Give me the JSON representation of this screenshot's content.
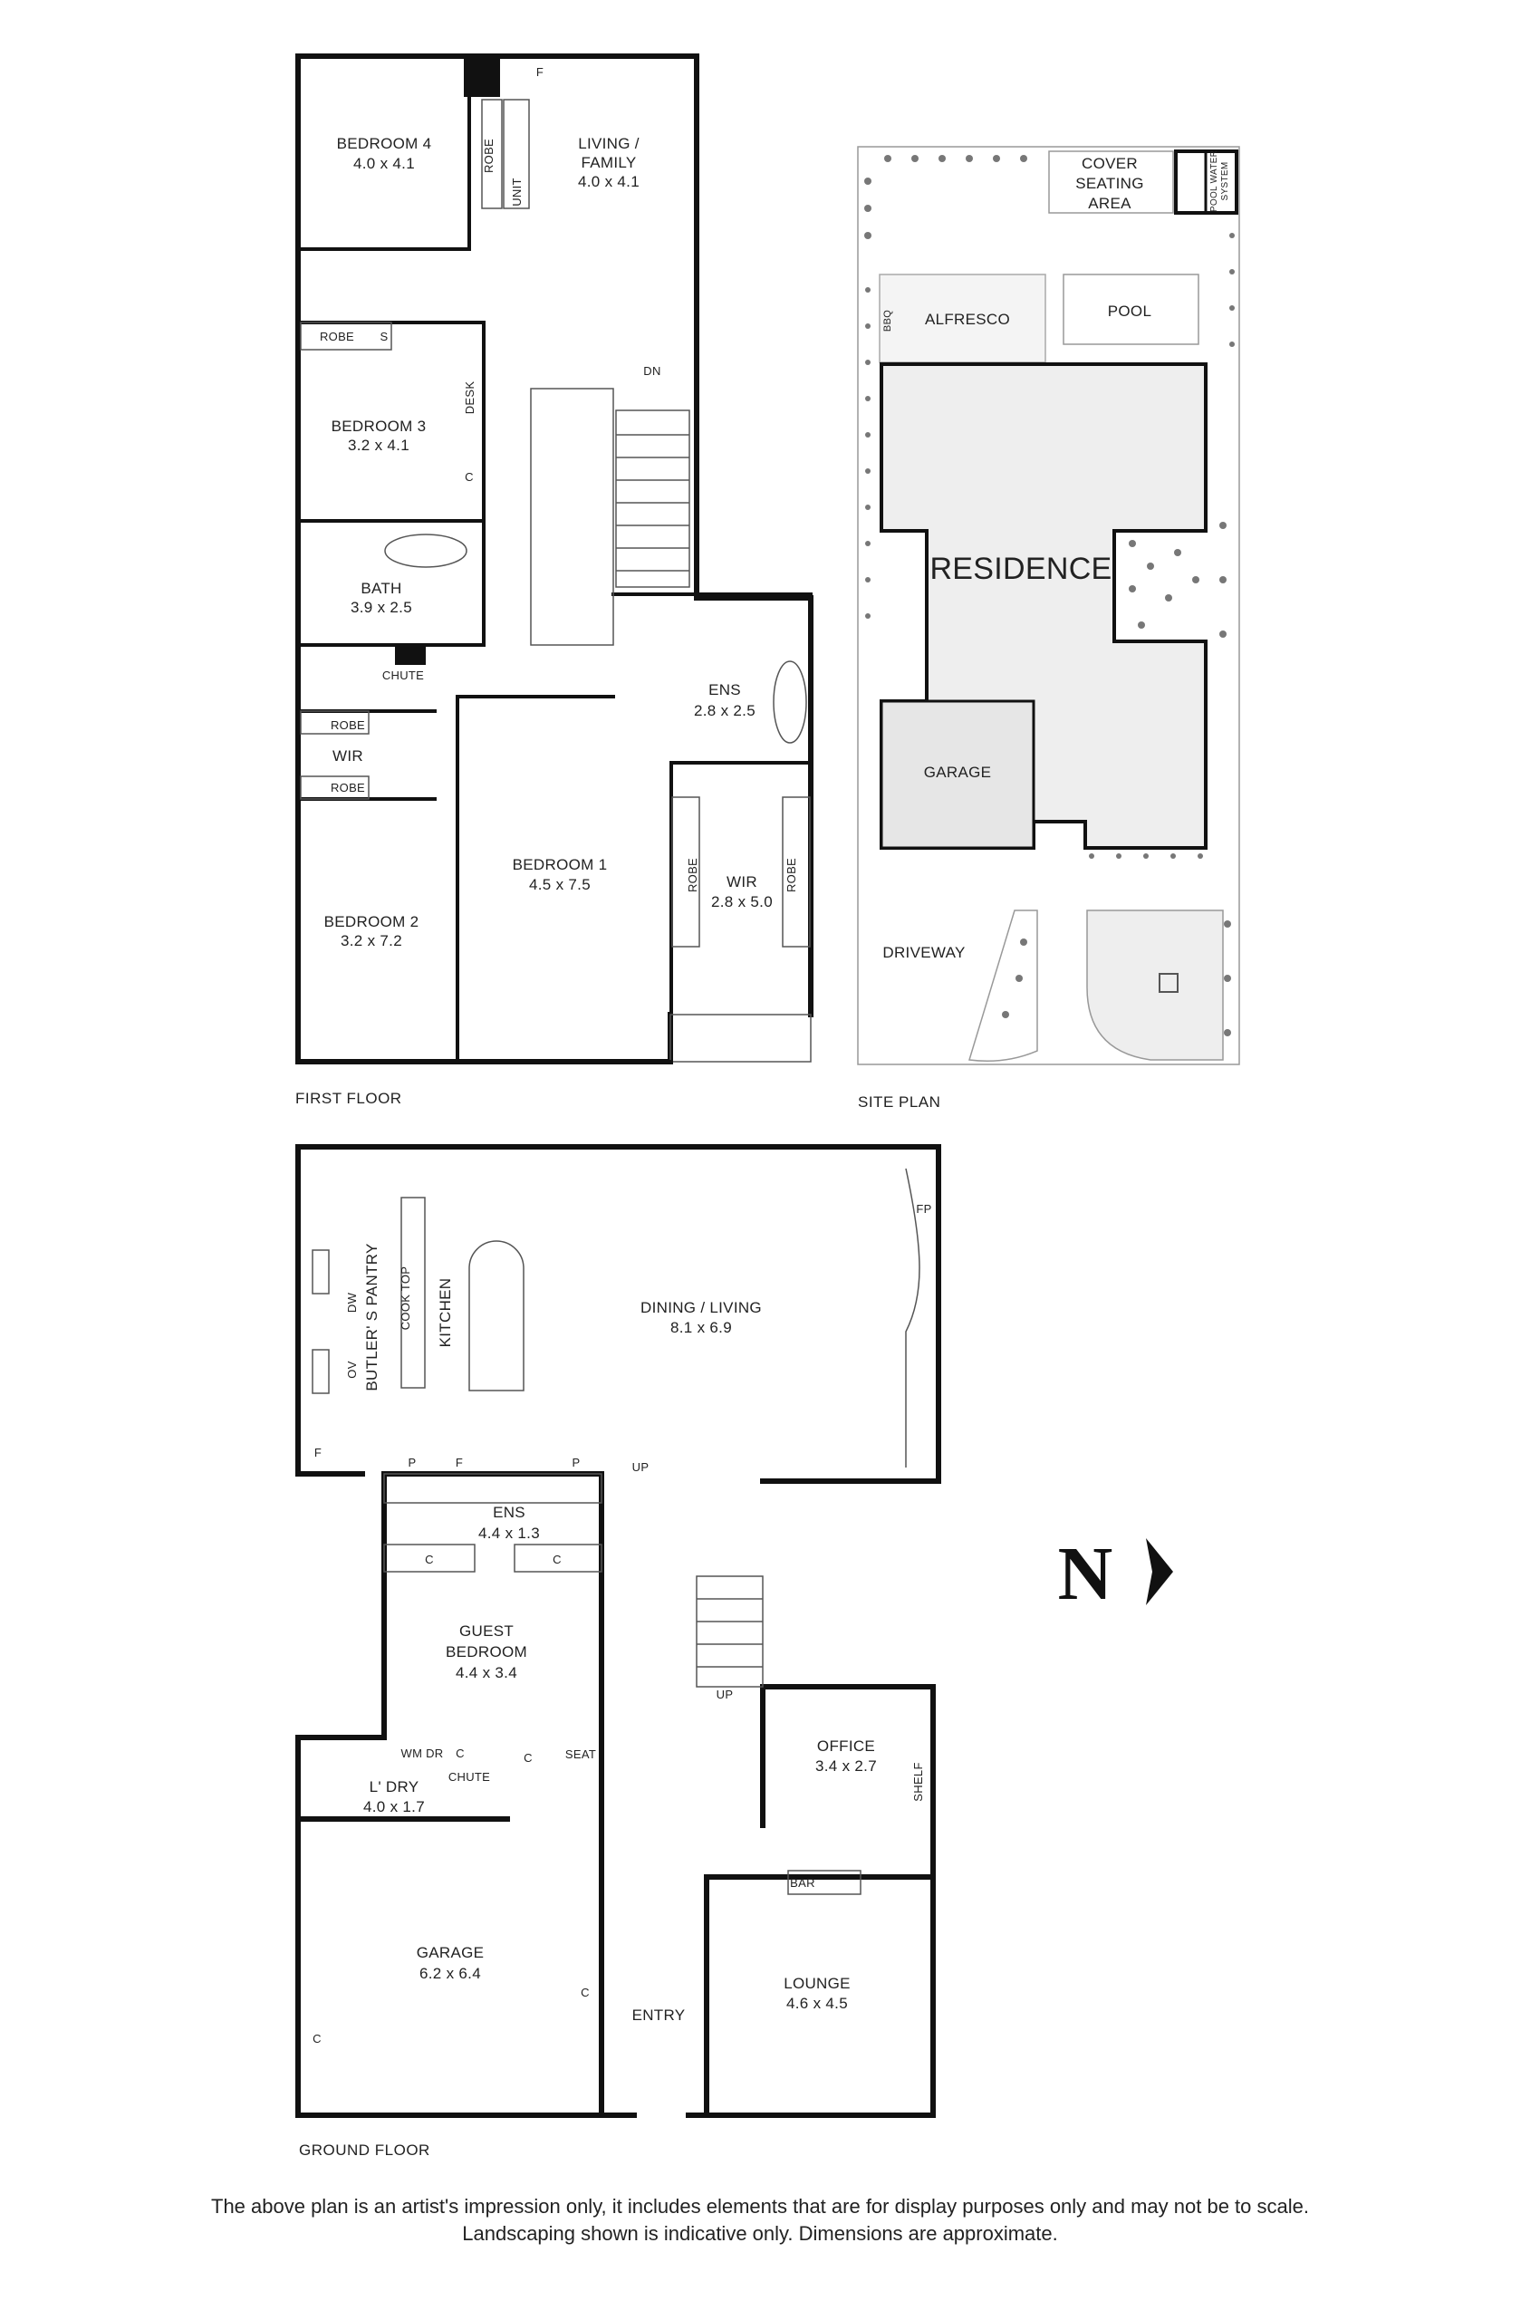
{
  "first_floor": {
    "caption": "FIRST FLOOR",
    "bedroom4": {
      "name": "BEDROOM 4",
      "dims": "4.0 x 4.1"
    },
    "living": {
      "name1": "LIVING /",
      "name2": "FAMILY",
      "dims": "4.0 x 4.1"
    },
    "robe_b4": "ROBE",
    "unit": "UNIT",
    "f": "F",
    "robe_b3": "ROBE",
    "s": "S",
    "bedroom3": {
      "name": "BEDROOM 3",
      "dims": "3.2 x 4.1"
    },
    "desk": "DESK",
    "c": "C",
    "dn": "DN",
    "bath": {
      "name": "BATH",
      "dims": "3.9 x 2.5"
    },
    "chute": "CHUTE",
    "robe_wir1": "ROBE",
    "wir": "WIR",
    "robe_wir2": "ROBE",
    "ens": {
      "name": "ENS",
      "dims": "2.8 x 2.5"
    },
    "bedroom1": {
      "name": "BEDROOM 1",
      "dims": "4.5 x 7.5"
    },
    "robe_m1": "ROBE",
    "wir_m": {
      "name": "WIR",
      "dims": "2.8 x 5.0"
    },
    "robe_m2": "ROBE",
    "bedroom2": {
      "name": "BEDROOM 2",
      "dims": "3.2 x 7.2"
    }
  },
  "site_plan": {
    "caption": "SITE PLAN",
    "cover": {
      "l1": "COVER",
      "l2": "SEATING",
      "l3": "AREA"
    },
    "pool_water": {
      "l1": "POOL WATER",
      "l2": "SYSTEM"
    },
    "alfresco": "ALFRESCO",
    "bbq": "BBQ",
    "pool": "POOL",
    "residence": "RESIDENCE",
    "garage": "GARAGE",
    "driveway": "DRIVEWAY"
  },
  "ground_floor": {
    "caption": "GROUND FLOOR",
    "butlers_pantry": "BUTLER' S PANTRY",
    "dw": "DW",
    "ov": "OV",
    "cook_top": "COOK TOP",
    "kitchen": "KITCHEN",
    "fp": "FP",
    "dining": {
      "name": "DINING / LIVING",
      "dims": "8.1 x 6.9"
    },
    "f1": "F",
    "p1": "P",
    "f2": "F",
    "p2": "P",
    "up1": "UP",
    "ens": {
      "name": "ENS",
      "dims": "4.4 x 1.3"
    },
    "c1": "C",
    "c2": "C",
    "guest": {
      "l1": "GUEST",
      "l2": "BEDROOM",
      "dims": "4.4 x 3.4"
    },
    "up2": "UP",
    "wm_dr": "WM DR",
    "c3": "C",
    "c4": "C",
    "seat": "SEAT",
    "chute": "CHUTE",
    "laundry": {
      "name": "L' DRY",
      "dims": "4.0 x 1.7"
    },
    "office": {
      "name": "OFFICE",
      "dims": "3.4 x 2.7"
    },
    "shelf": "SHELF",
    "bar": "BAR",
    "garage": {
      "name": "GARAGE",
      "dims": "6.2 x 6.4"
    },
    "c5": "C",
    "c6": "C",
    "entry": "ENTRY",
    "lounge": {
      "name": "LOUNGE",
      "dims": "4.6 x 4.5"
    }
  },
  "compass": {
    "letter": "N",
    "icon": "north-arrow-icon"
  },
  "disclaimer": {
    "line1": "The above plan is an artist's impression only, it includes elements that are for display purposes only and may not be to scale.",
    "line2": "Landscaping shown is indicative only. Dimensions are approximate."
  },
  "colors": {
    "wall": "#111111",
    "residence_fill": "#eeeeee",
    "alfresco_fill": "#f4f4f4"
  }
}
